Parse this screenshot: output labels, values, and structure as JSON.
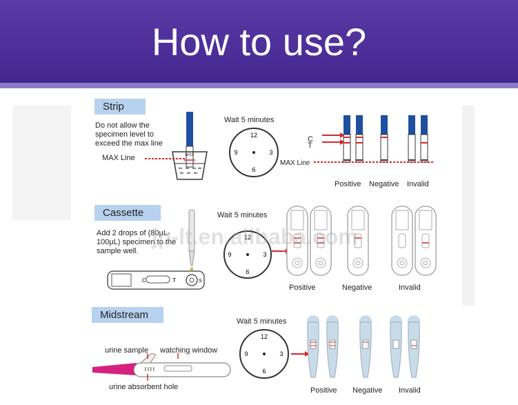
{
  "header": {
    "title": "How to use?"
  },
  "strip": {
    "label": "Strip",
    "instruction": "Do not allow the specimen level to exceed the max line",
    "max_line_label": "MAX Line",
    "wait": "Wait 5 minutes",
    "c_label": "C",
    "t_label": "T",
    "max_line_label_right": "MAX Line",
    "positive": "Positive",
    "negative": "Negative",
    "invalid": "Invalid",
    "strip_mark": "MAX"
  },
  "cassette": {
    "label": "Cassette",
    "instruction": "Add 2 drops of (80μL-100μL) specimen to the sample well.",
    "wait": "Wait 5 minutes",
    "positive": "Positive",
    "negative": "Negative",
    "invalid": "Invalid",
    "cassette_c": "C",
    "cassette_t": "T",
    "cassette_s": "S"
  },
  "midstream": {
    "label": "Midstream",
    "urine_sample": "urine sample",
    "watching_window": "watching window",
    "absorbent_hole": "urine absorbent hole",
    "wait": "Wait 5 minutes",
    "positive": "Positive",
    "negative": "Negative",
    "invalid": "Invalid"
  },
  "clock": {
    "n12": "12",
    "n3": "3",
    "n6": "6",
    "n9": "9"
  },
  "watermark": "jp-lt.en.alibaba.com",
  "colors": {
    "header": "#4a2c96",
    "tab": "#b7d2ee",
    "red": "#d9262a",
    "blue": "#1f4fa0"
  }
}
